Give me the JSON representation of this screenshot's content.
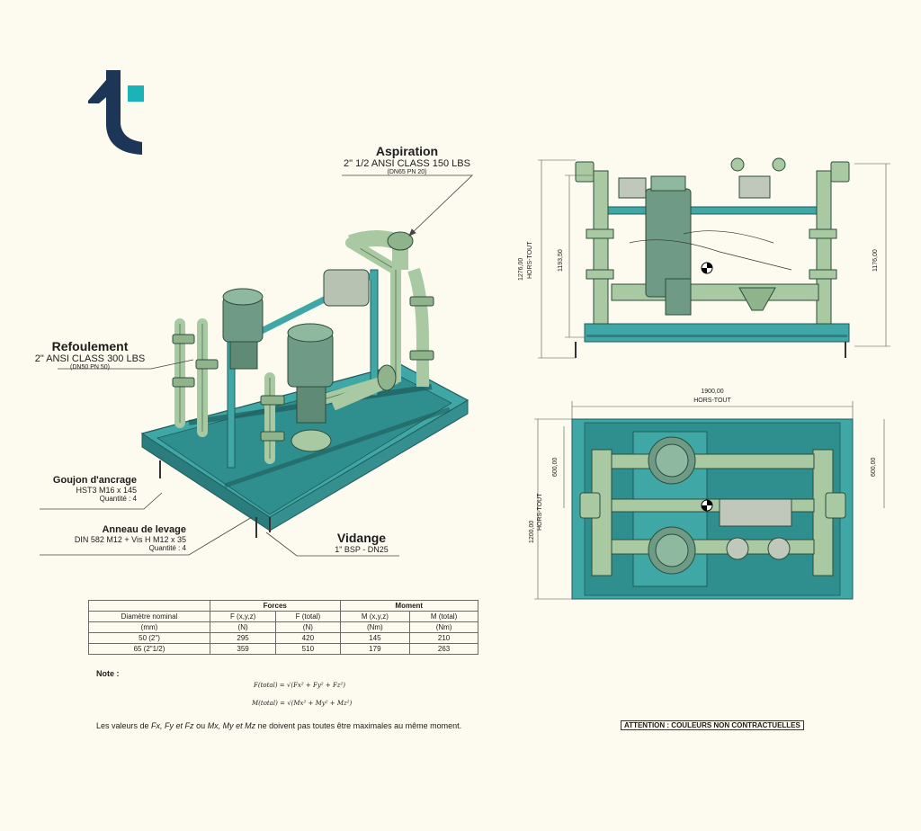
{
  "callouts": {
    "aspiration": {
      "title": "Aspiration",
      "line1": "2\" 1/2 ANSI CLASS 150 LBS",
      "line2": "(DN65 PN 20)"
    },
    "refoulement": {
      "title": "Refoulement",
      "line1": "2\" ANSI CLASS 300 LBS",
      "line2": "(DN50 PN 50)"
    },
    "goujon": {
      "title": "Goujon d'ancrage",
      "line1": "HST3 M16 x 145",
      "line2": "Quantité : 4"
    },
    "anneau": {
      "title": "Anneau de levage",
      "line1": "DIN 582 M12 + Vis H M12 x 35",
      "line2": "Quantité : 4"
    },
    "vidange": {
      "title": "Vidange",
      "line1": "1\" BSP - DN25"
    }
  },
  "dimensions": {
    "side_1276": "1276,00",
    "side_hors_tout": "HORS-TOUT",
    "side_1193": "1193,50",
    "side_1176": "1176,00",
    "top_1900": "1900,00",
    "top_hors_tout": "HORS-TOUT",
    "top_600_left": "600,00",
    "top_1200": "1200,00",
    "top_hors_tout_v": "HORS-TOUT",
    "top_600_right": "600,00"
  },
  "forces_table": {
    "group_headers": [
      "Forces",
      "Moment"
    ],
    "headers": [
      "Diamètre nominal",
      "F (x,y,z)",
      "F (total)",
      "M (x,y,z)",
      "M (total)"
    ],
    "units": [
      "(mm)",
      "(N)",
      "(N)",
      "(Nm)",
      "(Nm)"
    ],
    "rows": [
      [
        "50 (2\")",
        "295",
        "420",
        "145",
        "210"
      ],
      [
        "65 (2\"1/2)",
        "359",
        "510",
        "179",
        "263"
      ]
    ]
  },
  "note": {
    "label": "Note :",
    "formula_f": "F(total) = √(Fx² + Fy² + Fz²)",
    "formula_m": "M(total) = √(Mx² + My² + Mz²)",
    "text_prefix": "Les valeurs de ",
    "text_fxyz": "Fx, Fy et Fz",
    "text_ou": " ou ",
    "text_mxyz": "Mx, My et Mz",
    "text_suffix": " ne doivent pas toutes être maximales au même moment.",
    "attention": "ATTENTION : COULEURS NON CONTRACTUELLES"
  },
  "colors": {
    "frame": "#3fa7a6",
    "pipe": "#a8c9a2",
    "motor": "#6f9b86",
    "logo_navy": "#1d3557",
    "logo_teal": "#19b3b8",
    "line": "#333333"
  }
}
